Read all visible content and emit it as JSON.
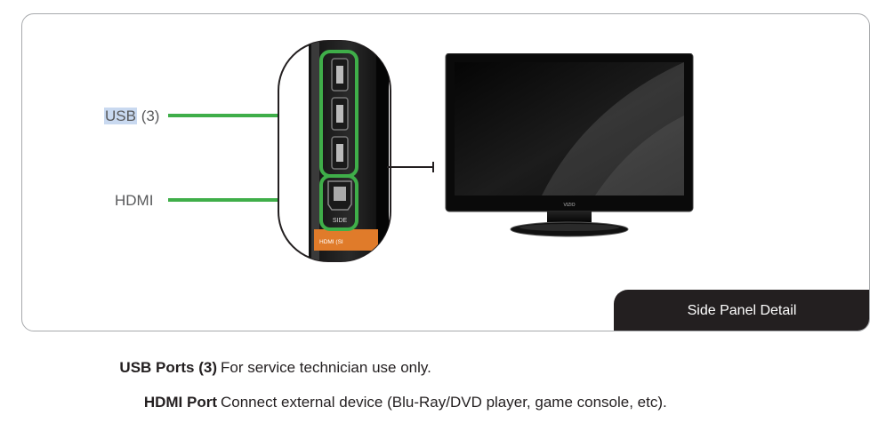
{
  "callouts": {
    "usb": {
      "label": "USB",
      "suffix": " (3)"
    },
    "hdmi": {
      "label": "HDMI"
    }
  },
  "panel": {
    "side_label": "SIDE",
    "hdmi_strip_label": "HDMI (SI",
    "brand": "VIZIO",
    "caption": "Side Panel Detail"
  },
  "legend": [
    {
      "term": "USB Ports (3)",
      "desc": "For service technician use only."
    },
    {
      "term": "HDMI Port",
      "desc": "Connect external device (Blu-Ray/DVD player, game console, etc)."
    }
  ],
  "colors": {
    "callout_green": "#3fae49",
    "caption_bg": "#231f20",
    "highlight": "#c9d9f0"
  }
}
